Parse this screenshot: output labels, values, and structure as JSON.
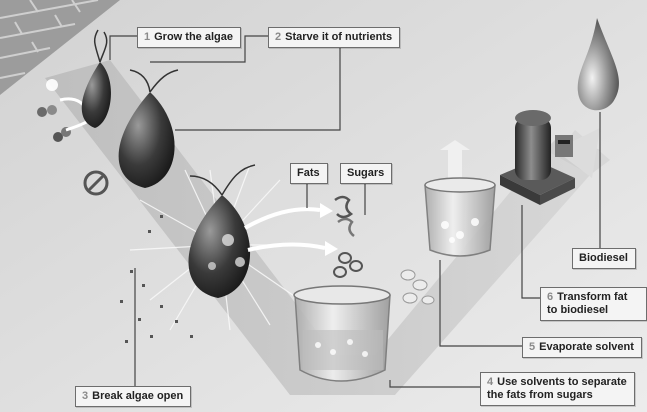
{
  "steps": [
    {
      "num": "1",
      "text": "Grow the algae"
    },
    {
      "num": "2",
      "text": "Starve it of nutrients"
    },
    {
      "num": "3",
      "text": "Break algae open"
    },
    {
      "num": "4",
      "text": "Use solvents to separate the fats from sugars"
    },
    {
      "num": "5",
      "text": "Evaporate solvent"
    },
    {
      "num": "6",
      "text": "Transform fat to biodiesel"
    }
  ],
  "labels": {
    "fats": "Fats",
    "sugars": "Sugars",
    "biodiesel": "Biodiesel"
  }
}
